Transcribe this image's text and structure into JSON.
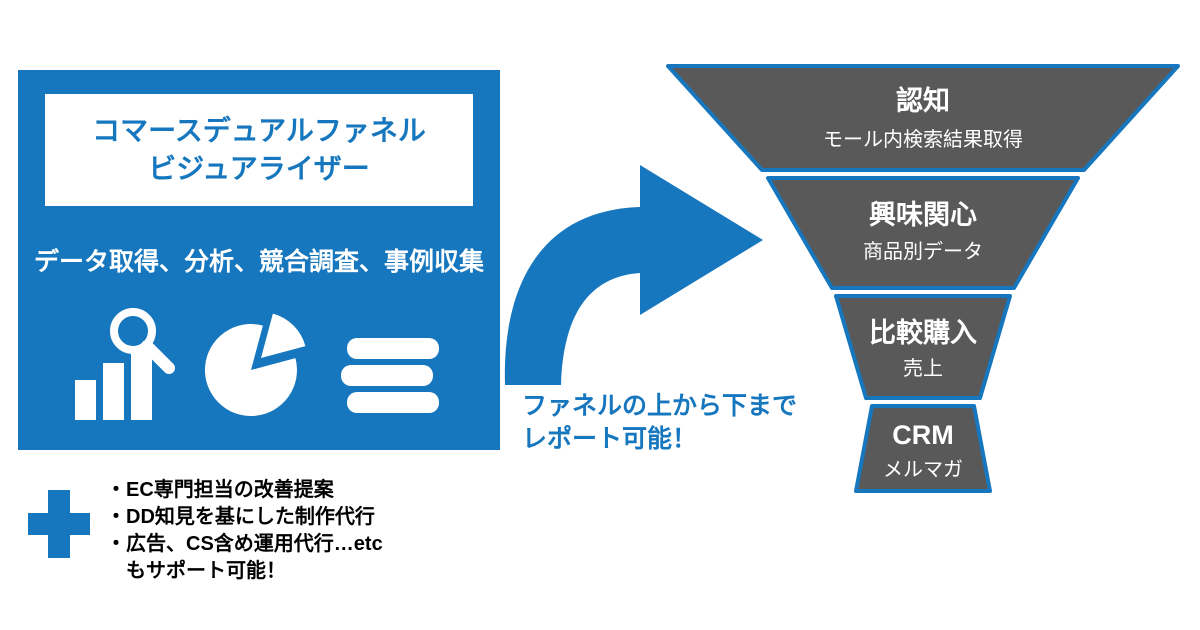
{
  "colors": {
    "primary_blue": "#1777BE",
    "funnel_gray": "#595959",
    "panel_text": "#ffffff",
    "list_text": "#000000"
  },
  "left_panel": {
    "title_line1": "コマースデュアルファネル",
    "title_line2": "ビジュアライザー",
    "subtitle": "データ取得、分析、競合調査、事例収集",
    "icons": [
      {
        "name": "bar-chart-search-icon"
      },
      {
        "name": "pie-chart-icon"
      },
      {
        "name": "stacked-documents-icon"
      }
    ]
  },
  "arrow": {
    "caption_line1": "ファネルの上から下まで",
    "caption_line2": "レポート可能！"
  },
  "funnel": {
    "segments": [
      {
        "title": "認知",
        "subtitle": "モール内検索結果取得"
      },
      {
        "title": "興味関心",
        "subtitle": "商品別データ"
      },
      {
        "title": "比較購入",
        "subtitle": "売上"
      },
      {
        "title": "CRM",
        "subtitle": "メルマガ"
      }
    ]
  },
  "addon": {
    "items": [
      "・EC専門担当の改善提案",
      "・DD知見を基にした制作代行",
      "・広告、CS含め運用代行…etc",
      "　もサポート可能！"
    ]
  }
}
